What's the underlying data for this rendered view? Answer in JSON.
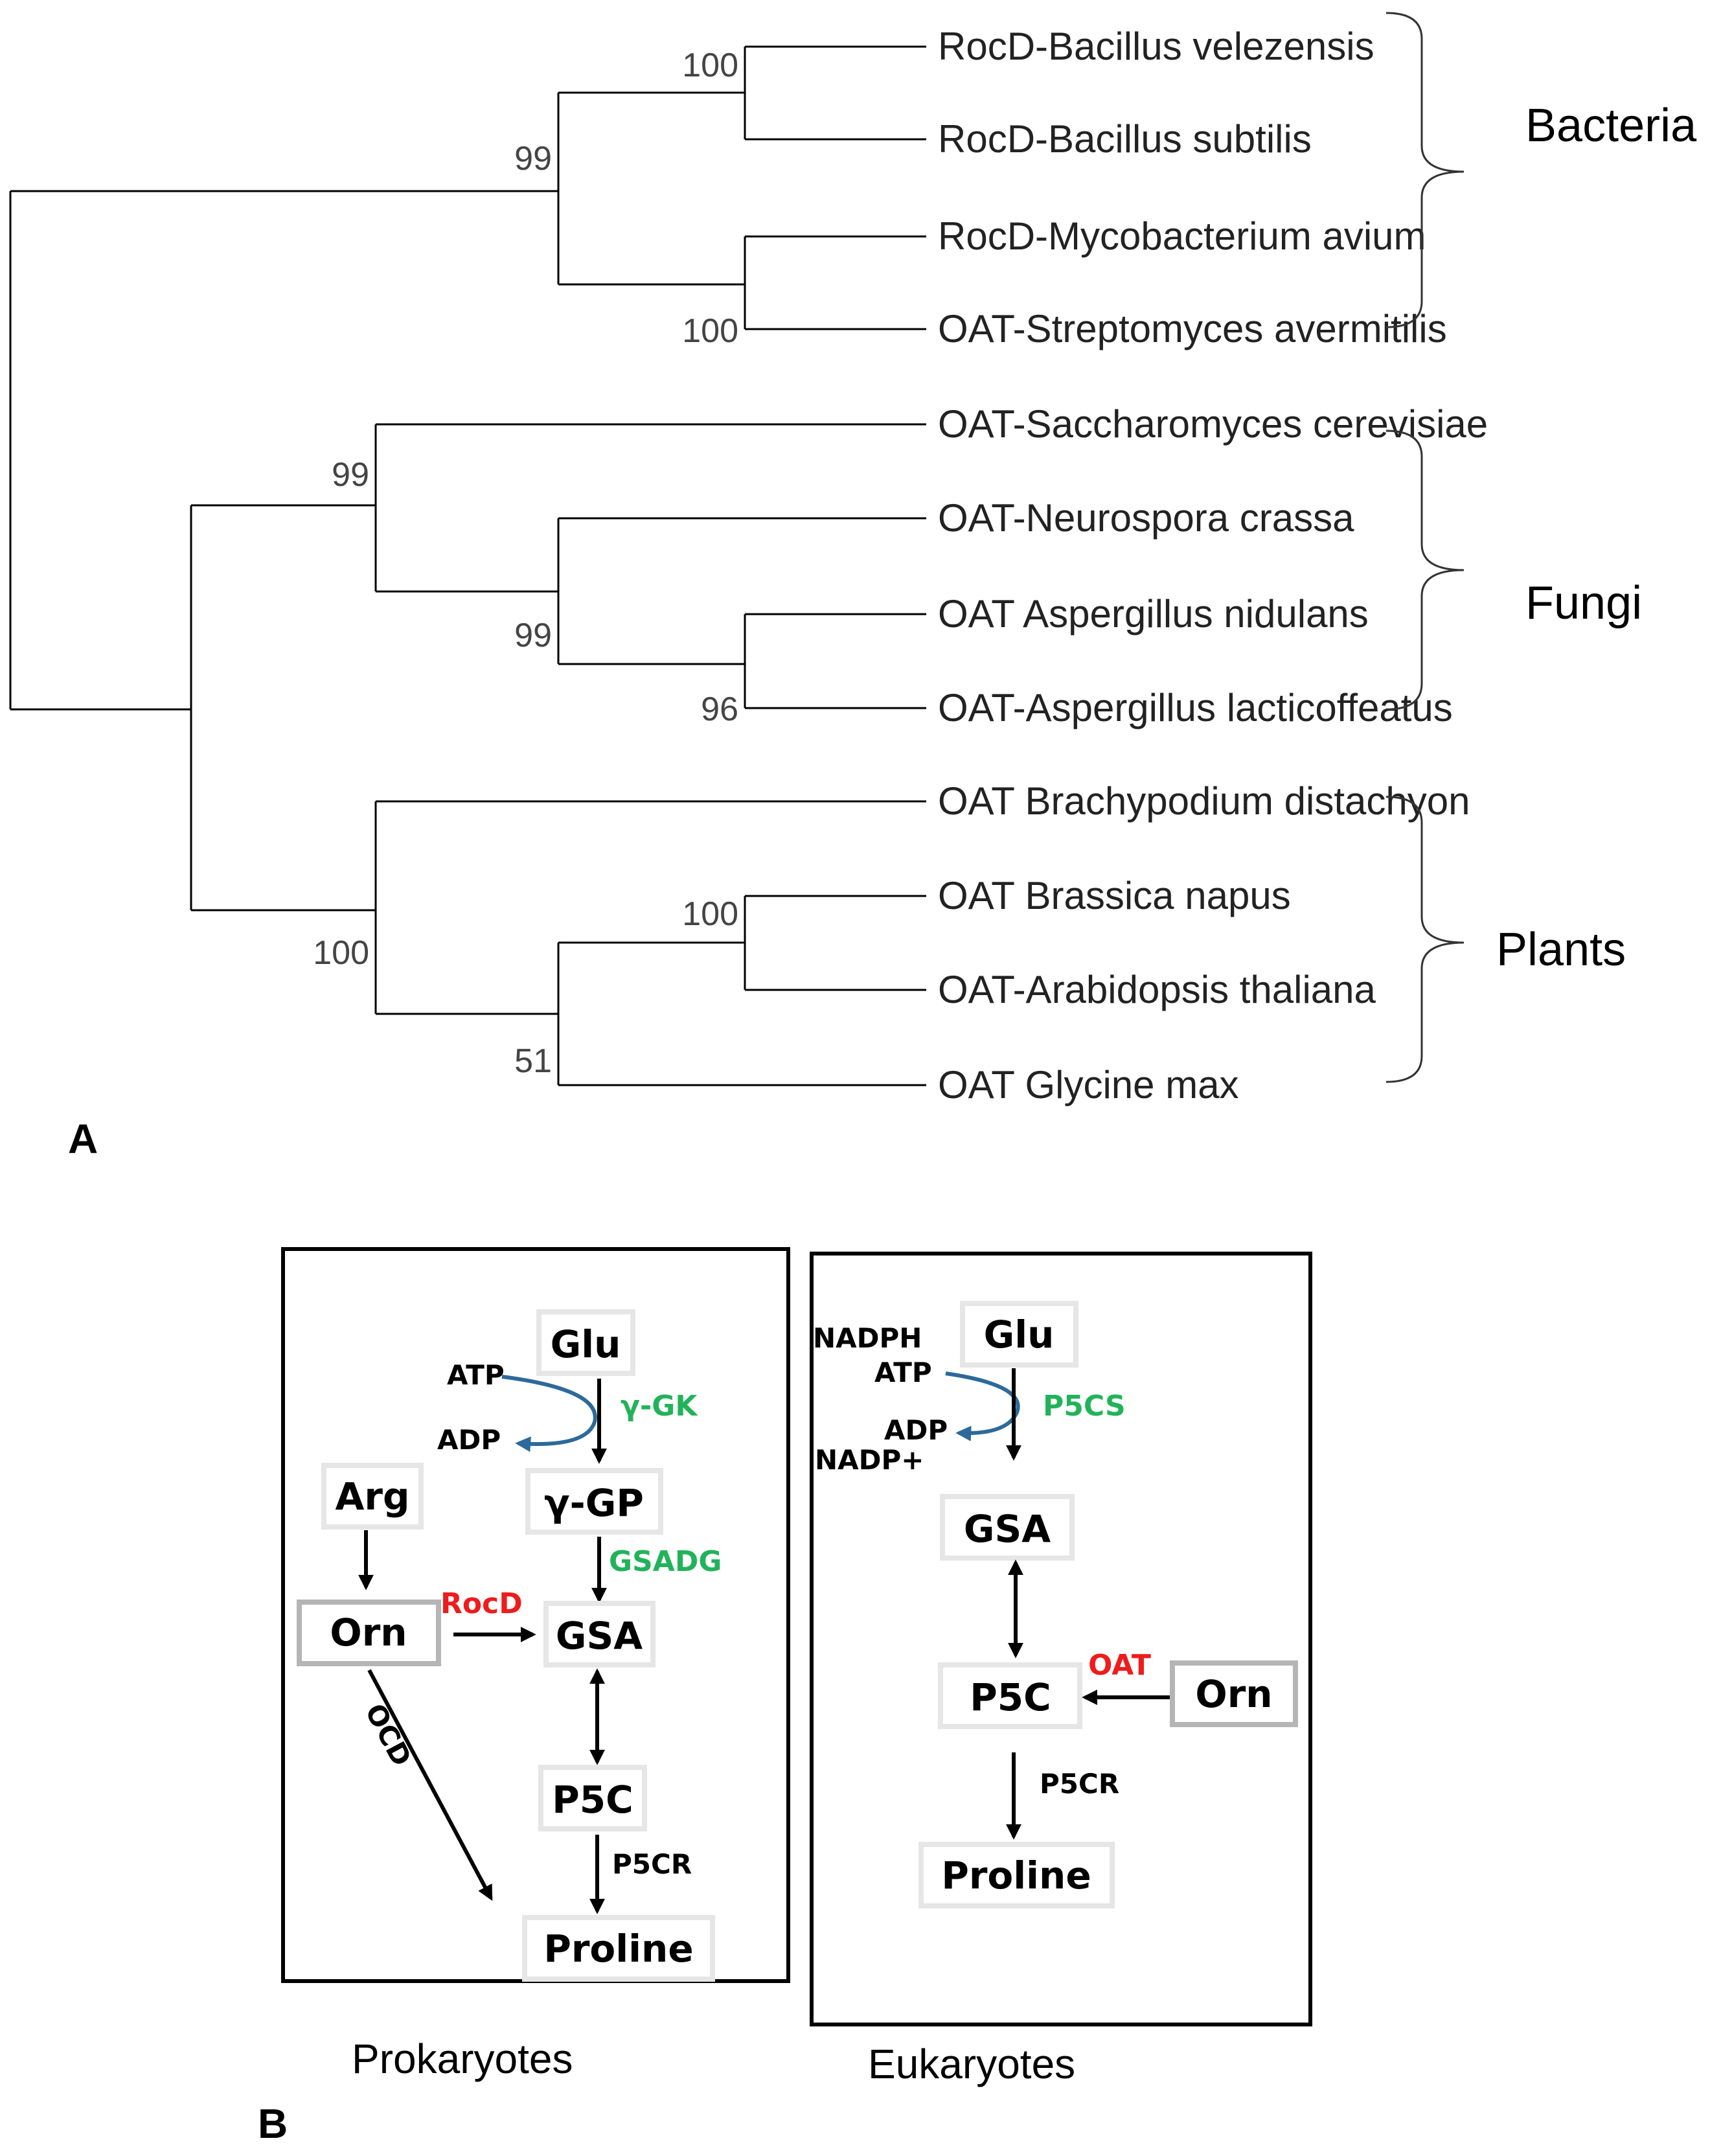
{
  "panel_a": {
    "label": "A",
    "taxa": [
      {
        "name": "RocD-Bacillus velezensis"
      },
      {
        "name": "RocD-Bacillus subtilis"
      },
      {
        "name": "RocD-Mycobacterium avium"
      },
      {
        "name": "OAT-Streptomyces avermitilis"
      },
      {
        "name": "OAT-Saccharomyces cerevisiae"
      },
      {
        "name": "OAT-Neurospora crassa"
      },
      {
        "name": "OAT Aspergillus nidulans"
      },
      {
        "name": "OAT-Aspergillus lacticoffeatus"
      },
      {
        "name": "OAT Brachypodium distachyon"
      },
      {
        "name": "OAT Brassica napus"
      },
      {
        "name": "OAT-Arabidopsis thaliana"
      },
      {
        "name": "OAT Glycine max"
      }
    ],
    "bootstrap": [
      "100",
      "99",
      "100",
      "99",
      "99",
      "96",
      "100",
      "100",
      "51"
    ],
    "groups": [
      "Bacteria",
      "Fungi",
      "Plants"
    ]
  },
  "panel_b": {
    "label": "B",
    "prokaryotes": {
      "caption": "Prokaryotes",
      "metabolites": [
        "Glu",
        "γ-GP",
        "Arg",
        "Orn",
        "GSA",
        "P5C",
        "Proline"
      ],
      "cofactors": [
        "ATP",
        "ADP"
      ],
      "enzymes": {
        "gk": "γ-GK",
        "gsadg": "GSADG",
        "rocd": "RocD",
        "ocd": "OCD",
        "p5cr": "P5CR"
      }
    },
    "eukaryotes": {
      "caption": "Eukaryotes",
      "metabolites": [
        "Glu",
        "GSA",
        "P5C",
        "Orn",
        "Proline"
      ],
      "cofactors": [
        "NADPH",
        "ATP",
        "ADP",
        "NADP+"
      ],
      "enzymes": {
        "p5cs": "P5CS",
        "oat": "OAT",
        "p5cr": "P5CR"
      }
    }
  },
  "colors": {
    "green_enzyme": "#22b35a",
    "red_enzyme": "#ee1c1c",
    "atp_curve": "#2b6a9a"
  }
}
